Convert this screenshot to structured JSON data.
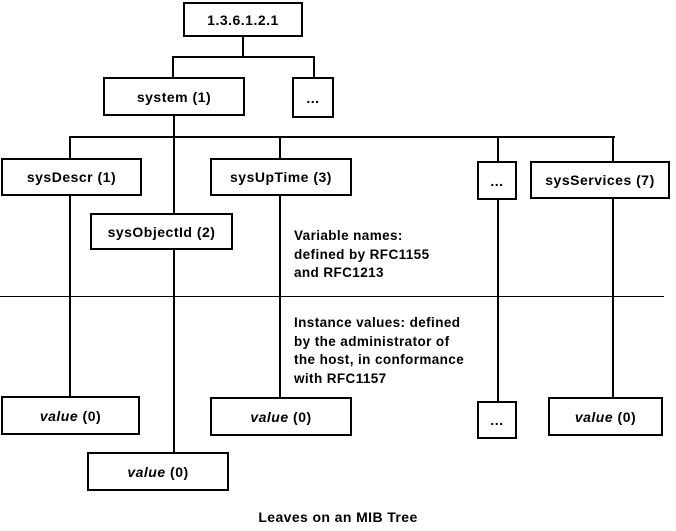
{
  "diagram": {
    "background": "#ffffff",
    "line_color": "#000000",
    "text_color": "#000000",
    "caption": "Leaves on an MIB Tree",
    "nodes": {
      "root": {
        "label": "1.3.6.1.2.1"
      },
      "system": {
        "label": "system (1)"
      },
      "ellipsis_level2": {
        "label": "..."
      },
      "sysDescr": {
        "label": "sysDescr (1)"
      },
      "sysObjectId": {
        "label": "sysObjectId (2)"
      },
      "sysUpTime": {
        "label": "sysUpTime (3)"
      },
      "ellipsis_level3": {
        "label": "..."
      },
      "sysServices": {
        "label": "sysServices (7)"
      },
      "value_sysDescr": {
        "name": "value",
        "suffix": " (0)"
      },
      "value_sysObjectId": {
        "name": "value",
        "suffix": " (0)"
      },
      "value_sysUpTime": {
        "name": "value",
        "suffix": " (0)"
      },
      "ellipsis_leaf": {
        "label": "..."
      },
      "value_sysServices": {
        "name": "value",
        "suffix": " (0)"
      }
    },
    "annotations": {
      "variable_names": {
        "lines": [
          "Variable names:",
          "defined by RFC1155",
          "and RFC1213"
        ]
      },
      "instance_values": {
        "lines": [
          "Instance values: defined",
          "by the administrator of",
          "the host, in conformance",
          "with RFC1157"
        ]
      }
    }
  }
}
